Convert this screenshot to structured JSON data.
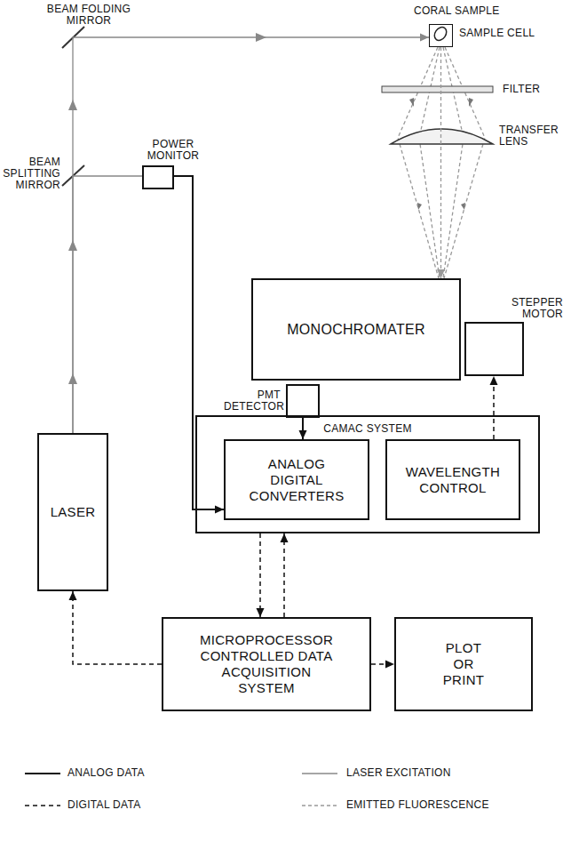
{
  "diagram": {
    "nodes": [
      {
        "text": [
          "LASER"
        ]
      },
      {
        "text": [
          "POWER MONITOR"
        ]
      },
      {
        "text": [
          "SAMPLE CELL"
        ]
      },
      {
        "text": [
          "MONOCHROMATER"
        ]
      },
      {
        "text": [
          "STEPPER MOTOR"
        ]
      },
      {
        "text": [
          "PMT DETECTOR"
        ]
      },
      {
        "text": [
          "CAMAC SYSTEM"
        ]
      },
      {
        "text": [
          "ANALOG DIGITAL CONVERTERS"
        ],
        "in": 6
      },
      {
        "text": [
          "WAVELENGTH CONTROL"
        ],
        "in": 6
      },
      {
        "text": [
          "MICROPROCESSOR CONTROLLED DATA ACQUISITION SYSTEM"
        ]
      },
      {
        "text": [
          "PLOT OR PRINT"
        ]
      }
    ],
    "edges": [
      {
        "from": 0,
        "to": 2,
        "arrow": "to"
      },
      {
        "from": 0,
        "to": 1,
        "arrow": "none"
      },
      {
        "from": 1,
        "to": 7,
        "arrow": "to"
      },
      {
        "from": 2,
        "to": 3,
        "arrow": "to"
      },
      {
        "from": 5,
        "to": 7,
        "arrow": "to"
      },
      {
        "from": 8,
        "to": 4,
        "arrow": "to"
      },
      {
        "from": 6,
        "to": 9,
        "arrow": "to"
      },
      {
        "from": 9,
        "to": 6,
        "arrow": "to"
      },
      {
        "from": 9,
        "to": 0,
        "arrow": "to"
      },
      {
        "from": 9,
        "to": 10,
        "arrow": "to"
      }
    ],
    "labels": [
      "BEAM FOLDING MIRROR",
      "CORAL SAMPLE",
      "FILTER",
      "TRANSFER LENS",
      "BEAM SPLITTING MIRROR"
    ],
    "legend": [
      {
        "text": "ANALOG DATA"
      },
      {
        "text": "LASER EXCITATION"
      },
      {
        "text": "DIGITAL DATA"
      },
      {
        "text": "EMITTED FLUORESCENCE"
      }
    ]
  }
}
